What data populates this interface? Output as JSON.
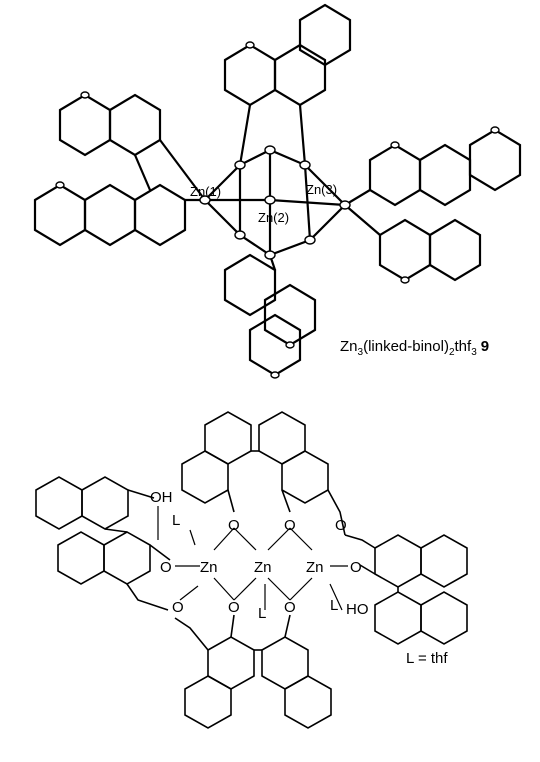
{
  "crystal_structure": {
    "atom_labels": [
      "Zn(1)",
      "Zn(2)",
      "Zn(3)"
    ],
    "caption": {
      "prefix": "Zn",
      "sub1": "3",
      "middle": "(linked-binol)",
      "sub2": "2",
      "suffix": "thf",
      "sub3": "3",
      "compound_number": "9"
    }
  },
  "structure_diagram": {
    "atoms": {
      "zn": "Zn",
      "o": "O",
      "oh": "OH",
      "ho": "HO",
      "l": "L"
    },
    "legend": "L = thf"
  },
  "colors": {
    "ink": "#000000",
    "background": "#ffffff"
  }
}
